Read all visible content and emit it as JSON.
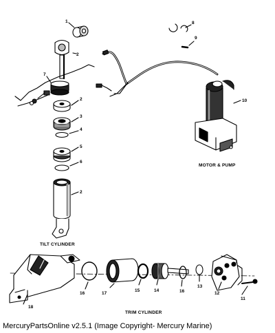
{
  "diagram": {
    "callouts": [
      "1",
      "2",
      "7",
      "2",
      "3",
      "4",
      "5",
      "6",
      "2",
      "8",
      "9",
      "10",
      "18",
      "16",
      "17",
      "15",
      "14",
      "16",
      "13",
      "12",
      "11"
    ],
    "captions": {
      "tilt": "TILT CYLINDER",
      "motor": "MOTOR & PUMP",
      "trim": "TRIM CYLINDER"
    }
  },
  "footer": {
    "text": "MercuryPartsOnline v2.5.1 (Image Copyright- Mercury Marine)"
  }
}
